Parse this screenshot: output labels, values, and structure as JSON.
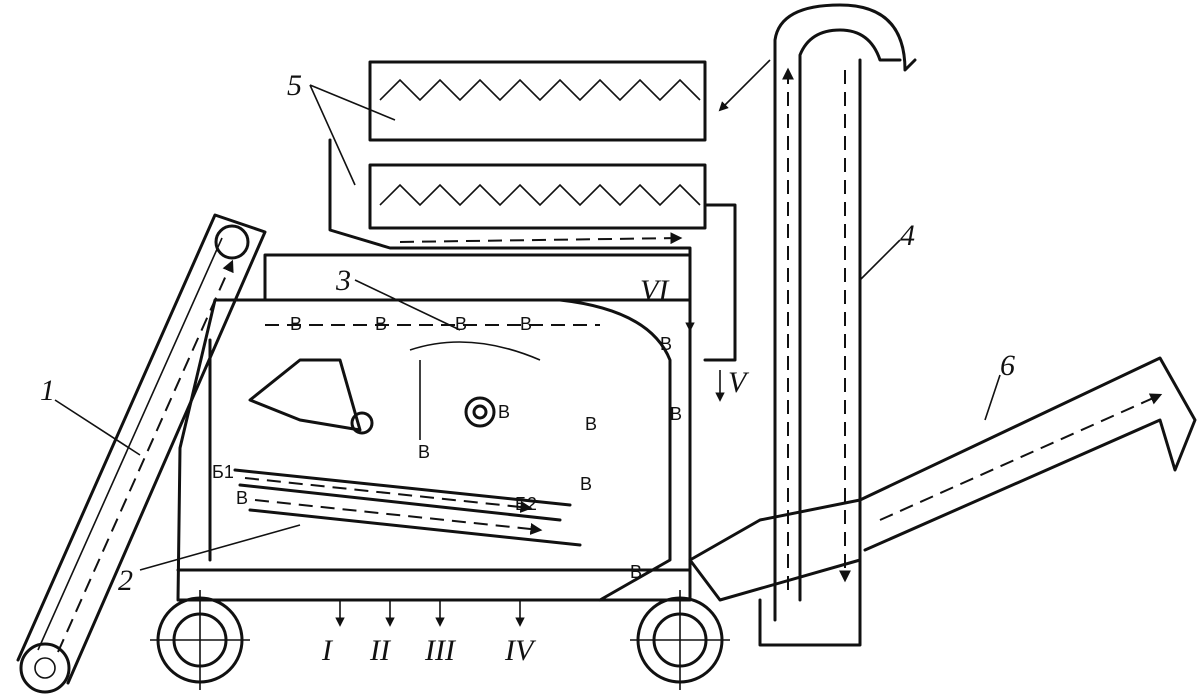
{
  "labels": {
    "n1": "1",
    "n2": "2",
    "n3": "3",
    "n4": "4",
    "n5": "5",
    "n6": "6",
    "rI": "I",
    "rII": "II",
    "rIII": "III",
    "rIV": "IV",
    "rV": "V",
    "rVI": "VI",
    "b1": "Б1",
    "b2": "Б2",
    "v": "В"
  }
}
